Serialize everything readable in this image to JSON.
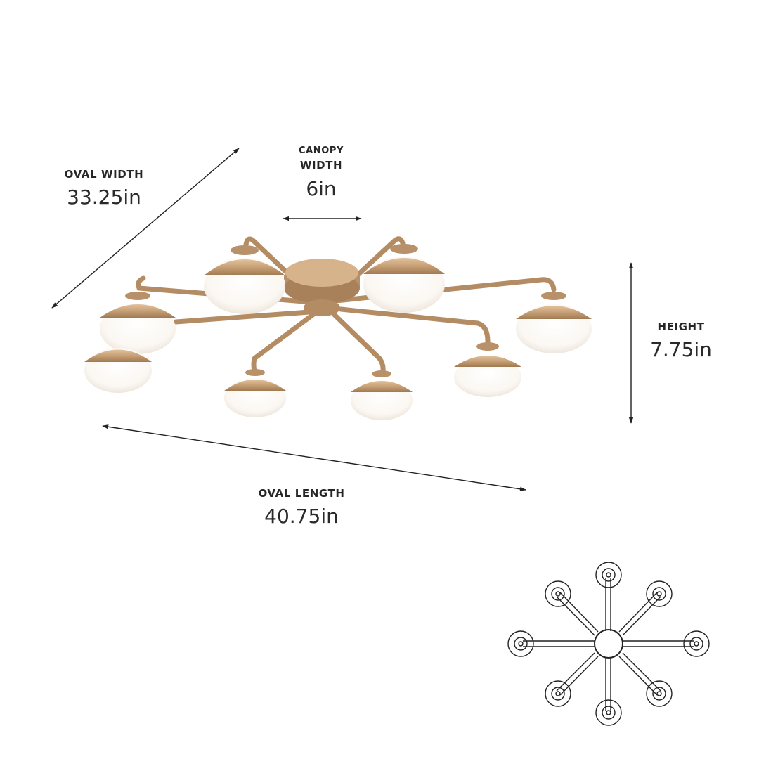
{
  "dimensions": {
    "oval_width": {
      "label": "OVAL WIDTH",
      "value": "33.25in"
    },
    "canopy_width": {
      "label_line1": "CANOPY",
      "label_line2": "WIDTH",
      "value": "6in"
    },
    "height": {
      "label": "HEIGHT",
      "value": "7.75in"
    },
    "oval_length": {
      "label": "OVAL LENGTH",
      "value": "40.75in"
    }
  },
  "colors": {
    "brass": "#c9a37c",
    "brass_dark": "#9c7650",
    "globe": "#fbf8f3",
    "line": "#222222"
  }
}
